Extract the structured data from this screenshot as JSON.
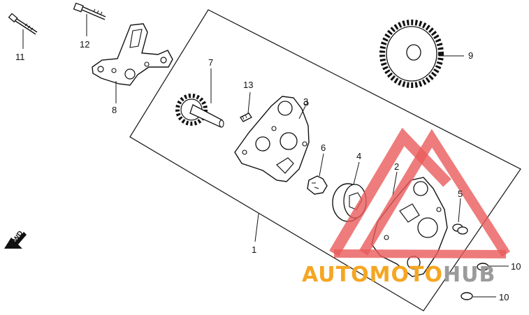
{
  "diagram": {
    "part_labels": {
      "p1": "1",
      "p2": "2",
      "p3": "3",
      "p4": "4",
      "p5": "5",
      "p6": "6",
      "p7": "7",
      "p8": "8",
      "p9": "9",
      "p10a": "10",
      "p10b": "10",
      "p11": "11",
      "p12": "12",
      "p13": "13"
    },
    "direction_label": "FWD"
  },
  "watermark": {
    "text_orange": "AUTOMOTO",
    "text_gray": "HUB",
    "colors": {
      "orange": "#f5a623",
      "gray": "#9b9b9b",
      "red": "#ea5b5b"
    }
  }
}
